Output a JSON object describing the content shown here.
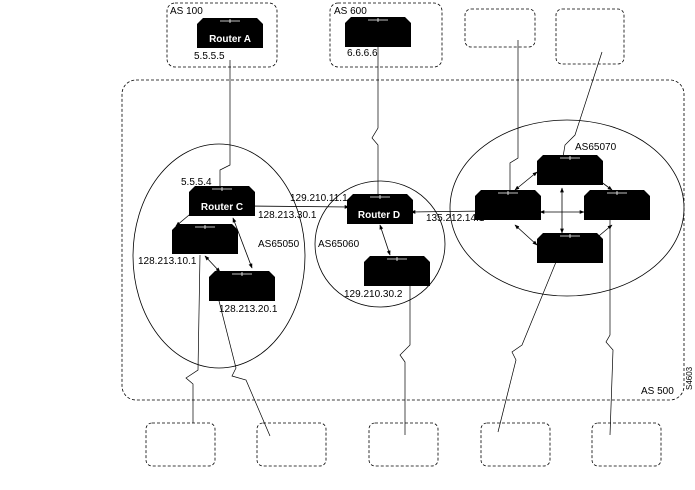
{
  "as_labels": {
    "as100": "AS 100",
    "as600": "AS 600",
    "as500": "AS 500",
    "as65050": "AS65050",
    "as65060": "AS65060",
    "as65070": "AS65070"
  },
  "routers": {
    "a": "Router A",
    "c": "Router C",
    "d": "Router D"
  },
  "ips": {
    "a_ip": "5.5.5.5",
    "as600_ip": "6.6.6.6",
    "c_ext": "5.5.5.4",
    "c_to_d": "128.213.30.1",
    "d_to_c": "129.210.11.1",
    "left_router": "128.213.10.1",
    "bottom_router": "128.213.20.1",
    "d_bottom_router": "129.210.30.2",
    "d_to_ring": "135.212.14.1"
  },
  "figure_id": "S4603",
  "colors": {
    "stroke": "#000000",
    "router_fill": "#000000",
    "background": "#ffffff"
  },
  "icons": {
    "router": "router-icon"
  }
}
